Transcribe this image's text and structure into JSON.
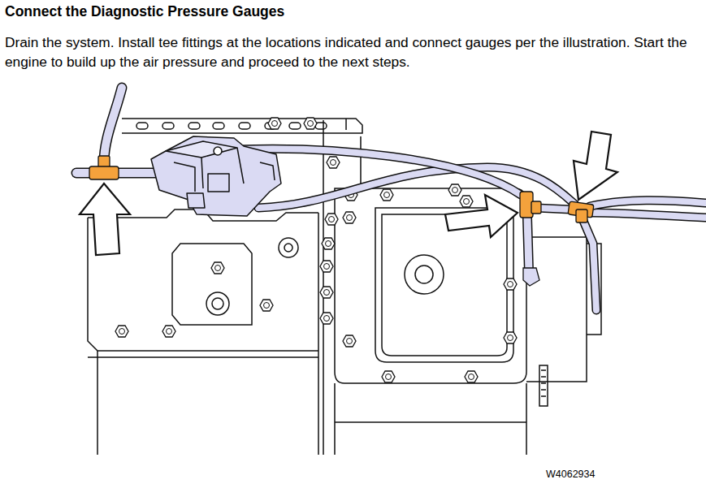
{
  "diagram": {
    "title": "Connect the Diagnostic Pressure Gauges",
    "labels": [
      "Drain the system. Install tee fittings at the locations indicated and connect gauges per the illustration. Start the engine to build up the air pressure and proceed to the next steps.",
      "W4062934"
    ]
  }
}
